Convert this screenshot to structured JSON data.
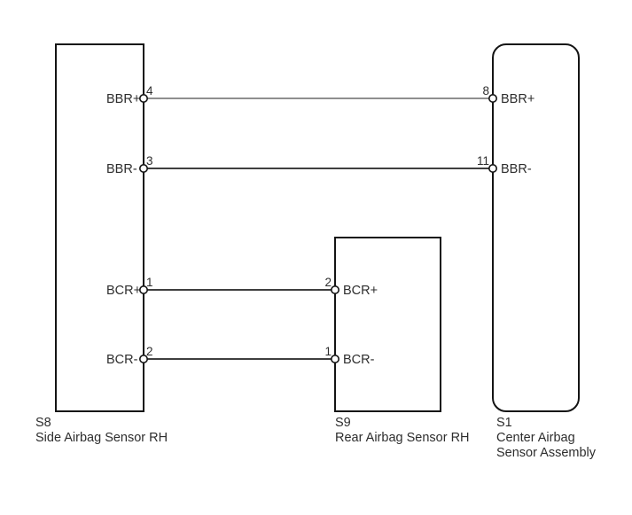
{
  "diagram": {
    "type": "wiring-diagram",
    "colors": {
      "background": "#ffffff",
      "box_border": "#141414",
      "text": "#2d2d2d",
      "wire_gray": "#8f8f8f",
      "wire_dark": "#3f3f3f"
    },
    "components": {
      "s8": {
        "ref": "S8",
        "name": "Side Airbag Sensor RH",
        "pins": [
          {
            "number": "4",
            "label": "BBR+"
          },
          {
            "number": "3",
            "label": "BBR-"
          },
          {
            "number": "1",
            "label": "BCR+"
          },
          {
            "number": "2",
            "label": "BCR-"
          }
        ]
      },
      "s9": {
        "ref": "S9",
        "name": "Rear Airbag Sensor RH",
        "pins": [
          {
            "number": "2",
            "label": "BCR+"
          },
          {
            "number": "1",
            "label": "BCR-"
          }
        ]
      },
      "s1": {
        "ref": "S1",
        "name_line1": "Center Airbag",
        "name_line2": "Sensor Assembly",
        "pins": [
          {
            "number": "8",
            "label": "BBR+"
          },
          {
            "number": "11",
            "label": "BBR-"
          }
        ]
      }
    },
    "wires": [
      {
        "signal": "BBR+",
        "from_component": "S8",
        "from_pin": "4",
        "to_component": "S1",
        "to_pin": "8",
        "color": "#8f8f8f"
      },
      {
        "signal": "BBR-",
        "from_component": "S8",
        "from_pin": "3",
        "to_component": "S1",
        "to_pin": "11",
        "color": "#3f3f3f"
      },
      {
        "signal": "BCR+",
        "from_component": "S8",
        "from_pin": "1",
        "to_component": "S9",
        "to_pin": "2",
        "color": "#3f3f3f"
      },
      {
        "signal": "BCR-",
        "from_component": "S8",
        "from_pin": "2",
        "to_component": "S9",
        "to_pin": "1",
        "color": "#3f3f3f"
      }
    ]
  }
}
